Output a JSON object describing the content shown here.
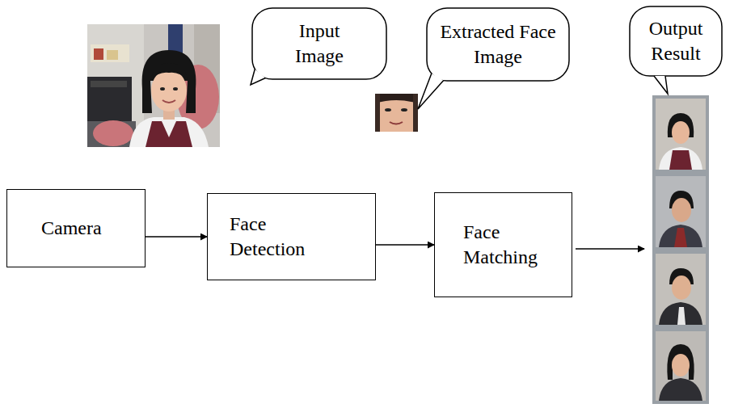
{
  "diagram": {
    "nodes": [
      {
        "text": [
          "Input Image"
        ]
      },
      {
        "text": [
          "Extracted Face Image"
        ]
      },
      {
        "text": [
          "Output Result"
        ]
      },
      {
        "text": [
          "Camera"
        ]
      },
      {
        "text": [
          "Face Detection"
        ]
      },
      {
        "text": [
          "Face Matching"
        ]
      }
    ],
    "edges": [
      {
        "from": 3,
        "to": 4,
        "arrow": "to"
      },
      {
        "from": 4,
        "to": 5,
        "arrow": "to"
      }
    ]
  }
}
